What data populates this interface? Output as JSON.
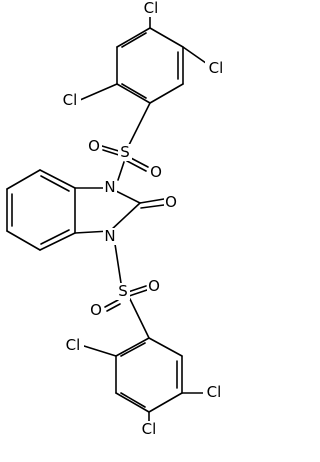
{
  "atoms": [
    {
      "id": "cl_top_ring_1",
      "label": "Cl"
    },
    {
      "id": "cl_top_ring_2",
      "label": "Cl"
    },
    {
      "id": "cl_top_ring_3",
      "label": "Cl"
    },
    {
      "id": "s_top",
      "label": "S"
    },
    {
      "id": "o_top_left",
      "label": "O"
    },
    {
      "id": "o_top_right",
      "label": "O"
    },
    {
      "id": "n_top",
      "label": "N"
    },
    {
      "id": "o_carbonyl",
      "label": "O"
    },
    {
      "id": "n_bottom",
      "label": "N"
    },
    {
      "id": "s_bottom",
      "label": "S"
    },
    {
      "id": "o_bottom_left",
      "label": "O"
    },
    {
      "id": "o_bottom_right",
      "label": "O"
    },
    {
      "id": "cl_bottom_ring_1",
      "label": "Cl"
    },
    {
      "id": "cl_bottom_ring_2",
      "label": "Cl"
    },
    {
      "id": "cl_bottom_ring_3",
      "label": "Cl"
    }
  ]
}
